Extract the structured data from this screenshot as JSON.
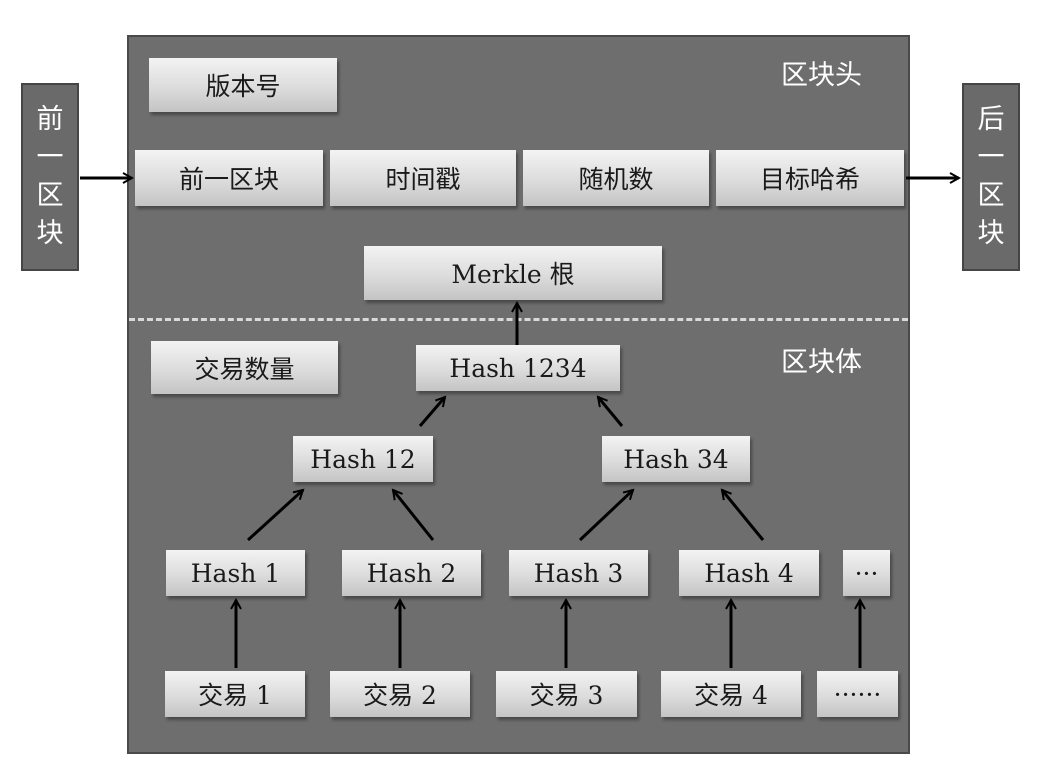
{
  "prev_block": "前一区块",
  "next_block": "后一区块",
  "header_label": "区块头",
  "body_label": "区块体",
  "header": {
    "version": "版本号",
    "prev_hash": "前一区块",
    "timestamp": "时间戳",
    "nonce": "随机数",
    "target_hash": "目标哈希",
    "merkle_root": "Merkle 根"
  },
  "body": {
    "tx_count": "交易数量",
    "hash_1234": "Hash 1234",
    "hash_12": "Hash 12",
    "hash_34": "Hash 34",
    "hash_1": "Hash 1",
    "hash_2": "Hash 2",
    "hash_3": "Hash 3",
    "hash_4": "Hash 4",
    "hash_more": "···",
    "tx_1": "交易 1",
    "tx_2": "交易 2",
    "tx_3": "交易 3",
    "tx_4": "交易 4",
    "tx_more": "······"
  }
}
